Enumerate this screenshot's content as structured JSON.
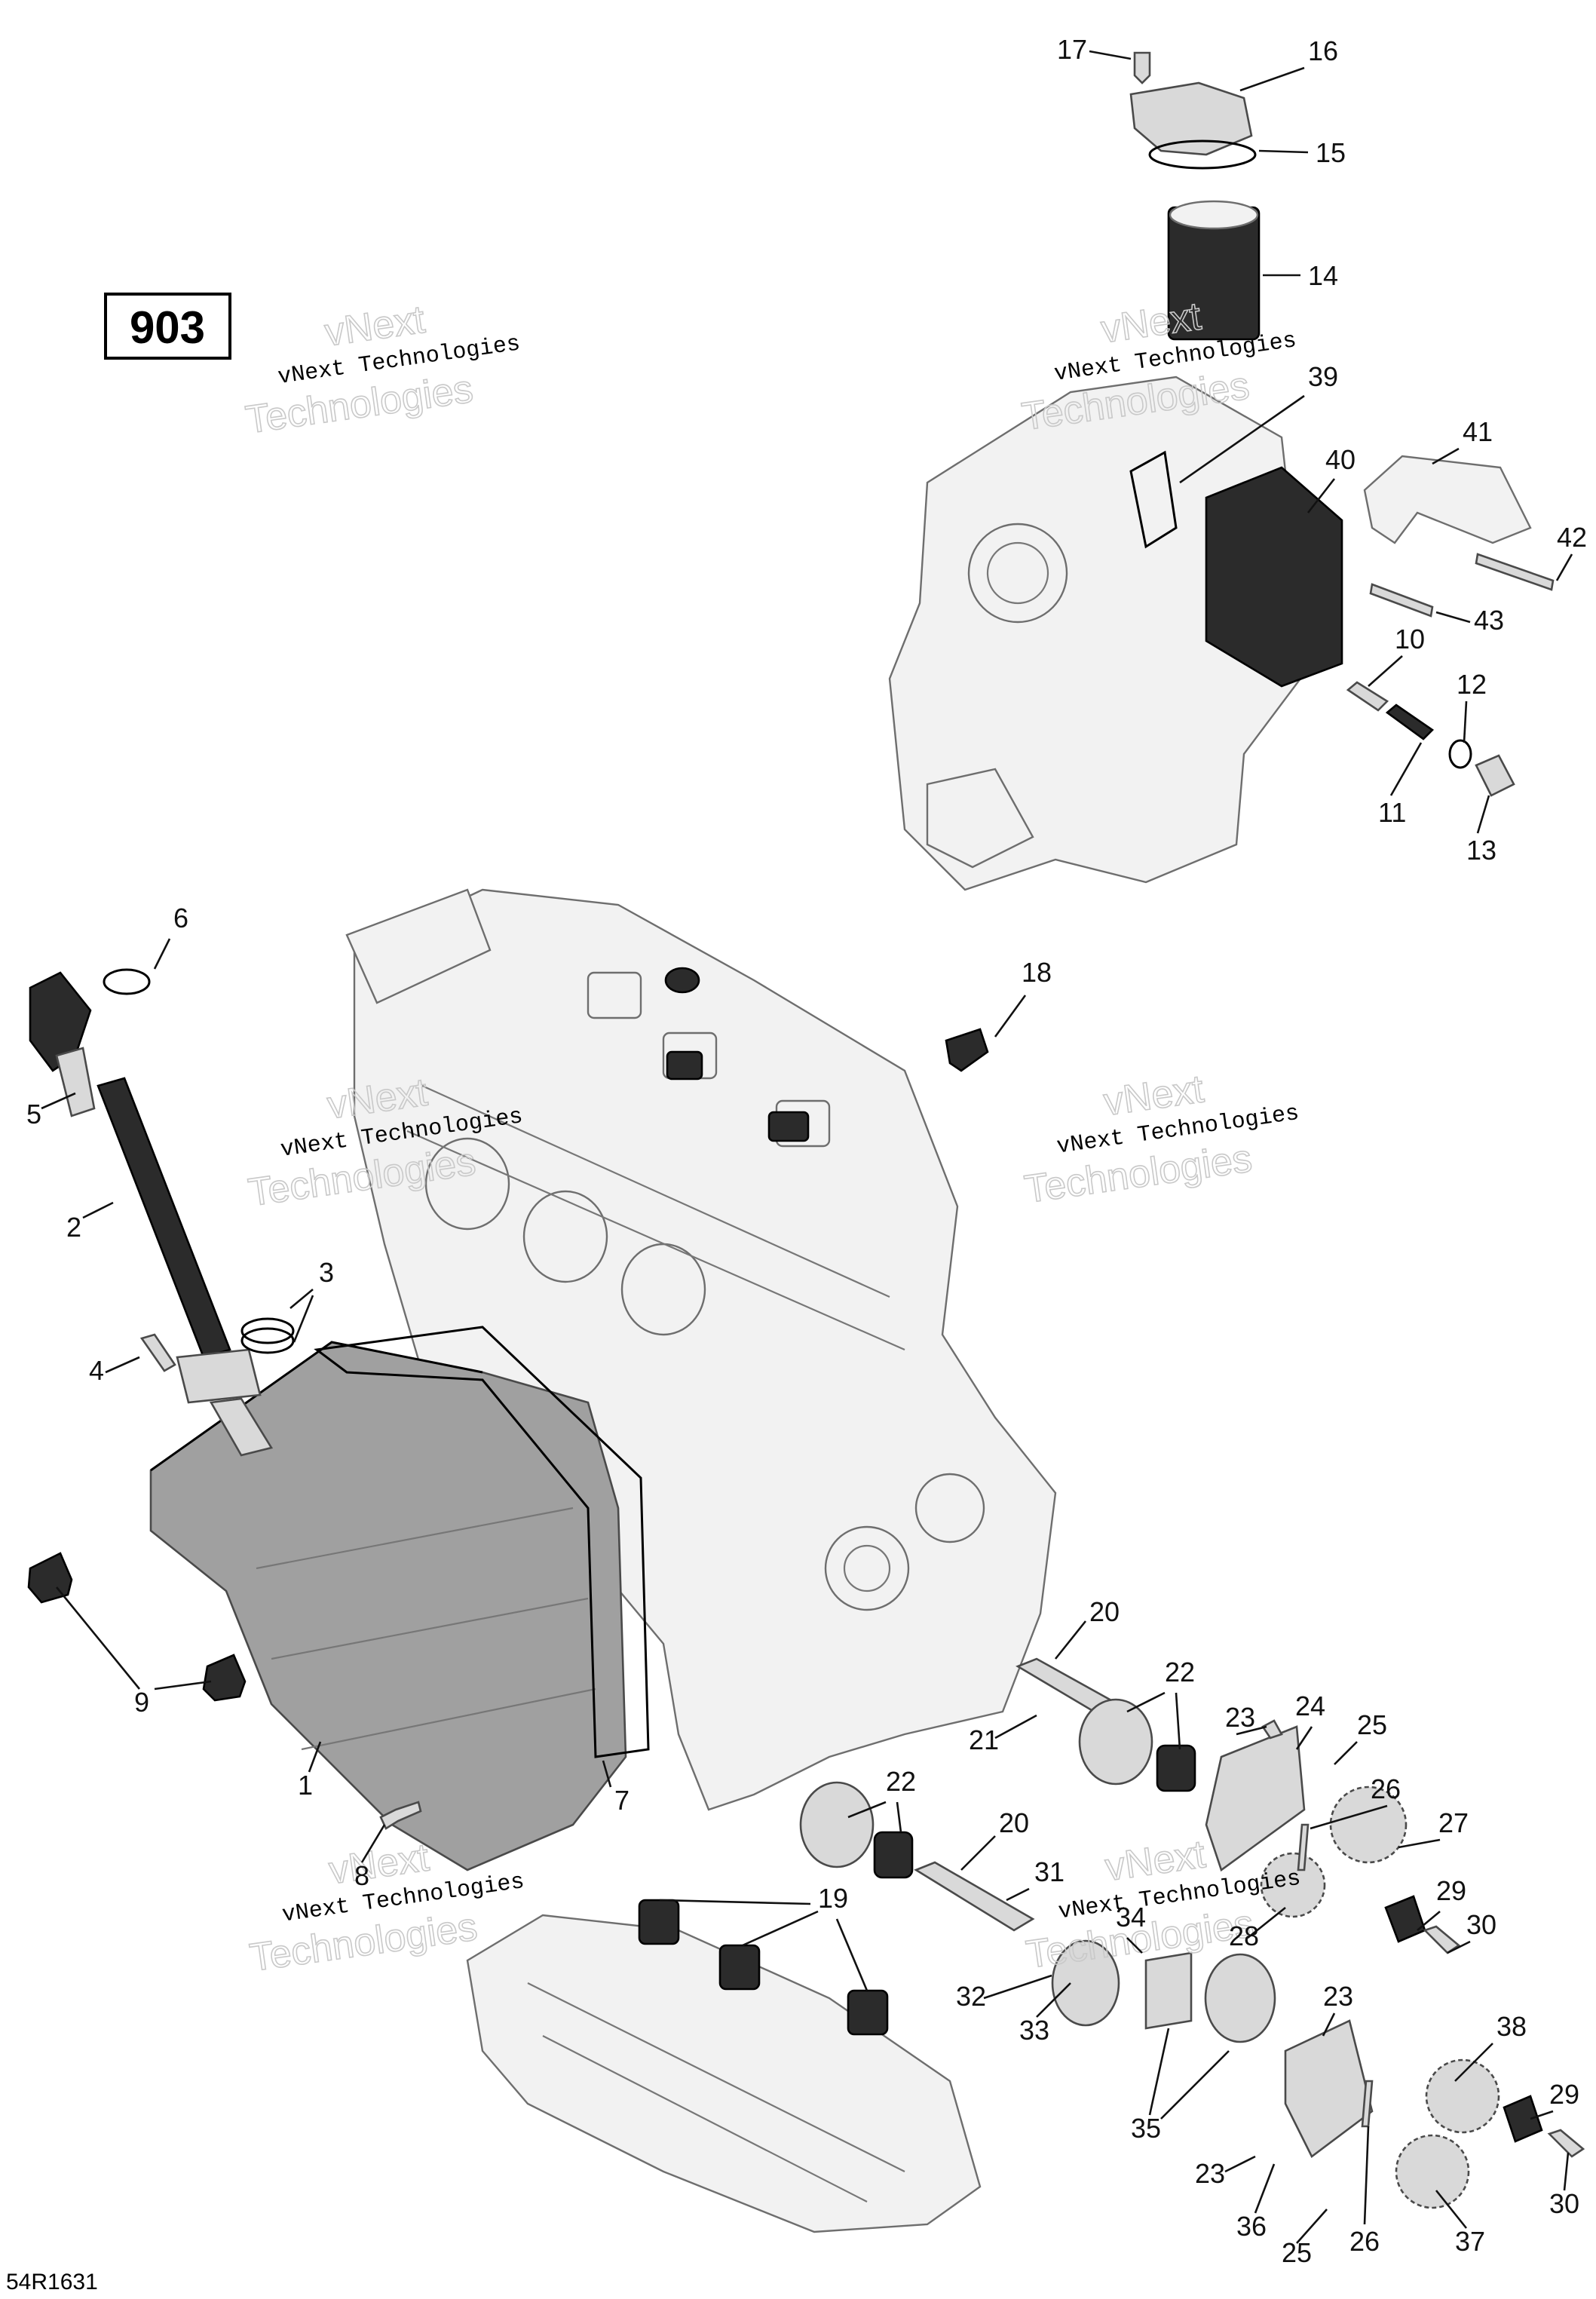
{
  "figure": {
    "number": "903",
    "reference_code": "54R1631"
  },
  "watermark": {
    "line1": "vNext Technologies",
    "line2": "Technologies",
    "small": "vNext"
  },
  "callouts": [
    {
      "label": "1"
    },
    {
      "label": "2"
    },
    {
      "label": "3"
    },
    {
      "label": "4"
    },
    {
      "label": "5"
    },
    {
      "label": "6"
    },
    {
      "label": "7"
    },
    {
      "label": "8"
    },
    {
      "label": "9"
    },
    {
      "label": "10"
    },
    {
      "label": "11"
    },
    {
      "label": "12"
    },
    {
      "label": "13"
    },
    {
      "label": "14"
    },
    {
      "label": "15"
    },
    {
      "label": "16"
    },
    {
      "label": "17"
    },
    {
      "label": "18"
    },
    {
      "label": "19"
    },
    {
      "label": "20"
    },
    {
      "label": "20"
    },
    {
      "label": "21"
    },
    {
      "label": "22"
    },
    {
      "label": "22"
    },
    {
      "label": "23"
    },
    {
      "label": "23"
    },
    {
      "label": "23"
    },
    {
      "label": "24"
    },
    {
      "label": "25"
    },
    {
      "label": "25"
    },
    {
      "label": "26"
    },
    {
      "label": "26"
    },
    {
      "label": "27"
    },
    {
      "label": "28"
    },
    {
      "label": "29"
    },
    {
      "label": "29"
    },
    {
      "label": "30"
    },
    {
      "label": "30"
    },
    {
      "label": "31"
    },
    {
      "label": "32"
    },
    {
      "label": "33"
    },
    {
      "label": "34"
    },
    {
      "label": "35"
    },
    {
      "label": "36"
    },
    {
      "label": "37"
    },
    {
      "label": "38"
    },
    {
      "label": "39"
    },
    {
      "label": "40"
    },
    {
      "label": "41"
    },
    {
      "label": "42"
    },
    {
      "label": "43"
    }
  ]
}
